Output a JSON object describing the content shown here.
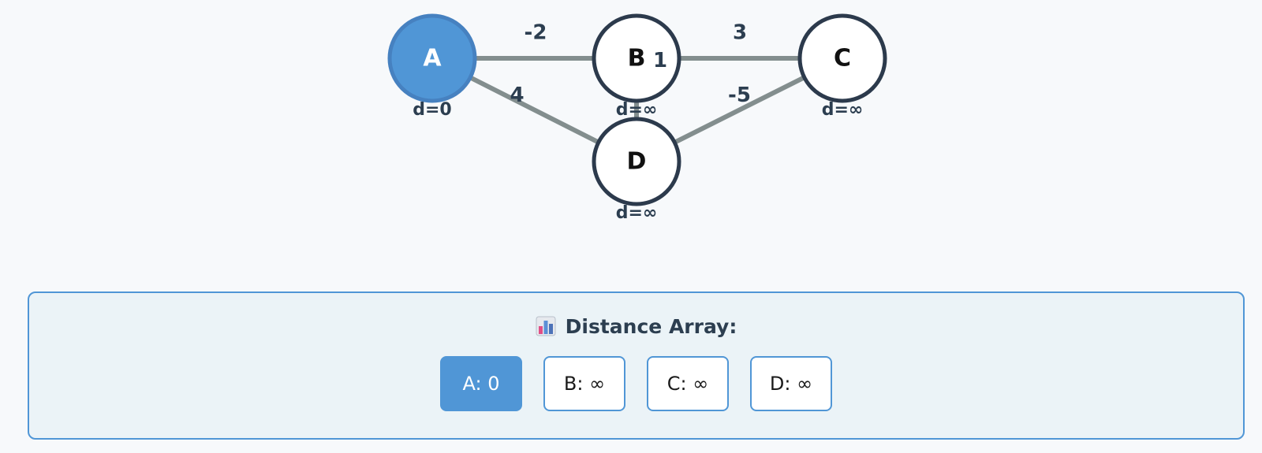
{
  "graph": {
    "nodes": [
      {
        "id": "A",
        "label": "A",
        "distance_label": "d=0",
        "active": true
      },
      {
        "id": "B",
        "label": "B",
        "distance_label": "d=∞",
        "active": false
      },
      {
        "id": "C",
        "label": "C",
        "distance_label": "d=∞",
        "active": false
      },
      {
        "id": "D",
        "label": "D",
        "distance_label": "d=∞",
        "active": false
      }
    ],
    "edges": [
      {
        "from": "A",
        "to": "B",
        "weight": "-2"
      },
      {
        "from": "B",
        "to": "C",
        "weight": "3"
      },
      {
        "from": "A",
        "to": "D",
        "weight": "4"
      },
      {
        "from": "B",
        "to": "D",
        "weight": "1"
      },
      {
        "from": "C",
        "to": "D",
        "weight": "-5"
      }
    ]
  },
  "distance_array": {
    "title": "Distance Array:",
    "icon": "bar-chart-icon",
    "cells": [
      {
        "label": "A: 0",
        "active": true
      },
      {
        "label": "B: ∞",
        "active": false
      },
      {
        "label": "C: ∞",
        "active": false
      },
      {
        "label": "D: ∞",
        "active": false
      }
    ]
  },
  "colors": {
    "active_fill": "#5096d6",
    "node_stroke": "#2c3a4c",
    "edge": "#838e8e",
    "panel_bg": "#ebf3f7"
  }
}
